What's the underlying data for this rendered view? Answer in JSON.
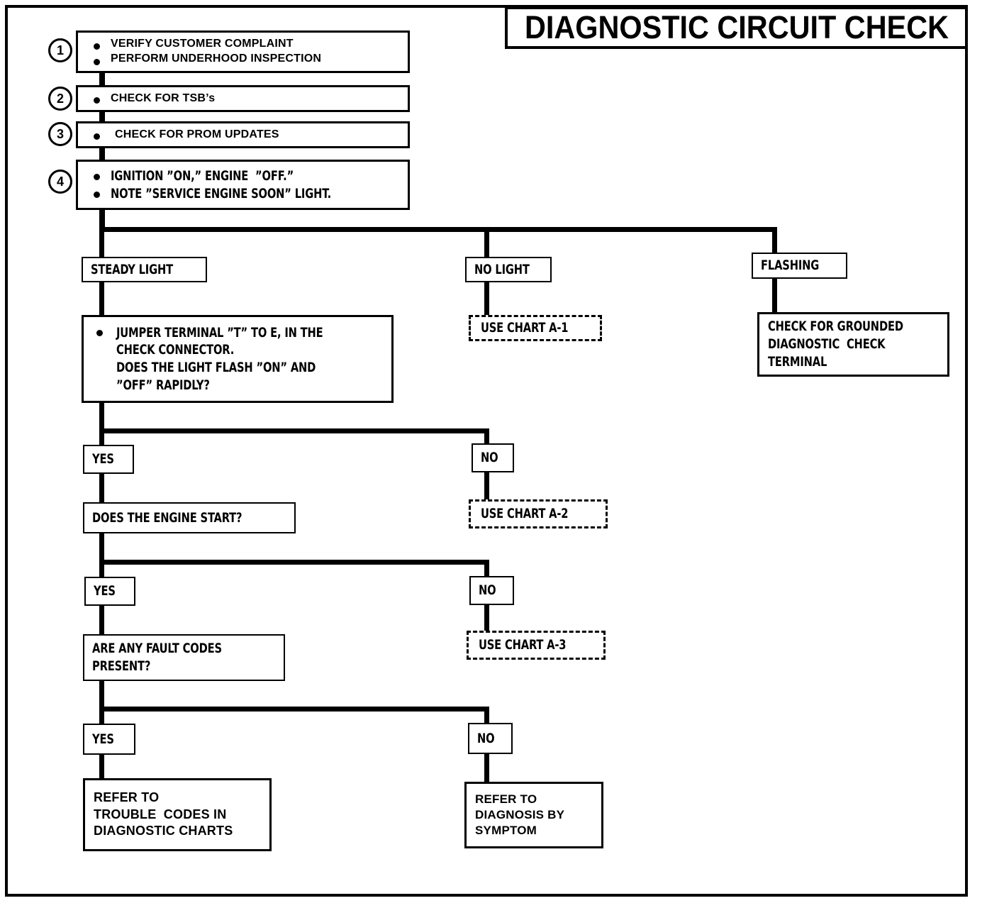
{
  "title": "DIAGNOSTIC CIRCUIT CHECK",
  "steps": [
    {
      "number": "1",
      "lines": [
        "VERIFY CUSTOMER COMPLAINT",
        "PERFORM UNDERHOOD INSPECTION"
      ]
    },
    {
      "number": "2",
      "lines": [
        "CHECK FOR TSB’s"
      ]
    },
    {
      "number": "3",
      "lines": [
        "CHECK FOR PROM UPDATES"
      ]
    },
    {
      "number": "4",
      "lines": [
        "IGNITION ”ON,” ENGINE  ”OFF.”",
        "NOTE ”SERVICE ENGINE SOON” LIGHT."
      ]
    }
  ],
  "branches": {
    "steady_light": "STEADY LIGHT",
    "no_light": "NO LIGHT",
    "flashing": "FLASHING"
  },
  "nodes": {
    "jumper": {
      "lines": [
        "JUMPER TERMINAL ”T” TO E, IN THE",
        "CHECK CONNECTOR.",
        "DOES THE LIGHT FLASH ”ON” AND",
        "”OFF” RAPIDLY?"
      ]
    },
    "grounded_terminal": {
      "lines": [
        "CHECK FOR GROUNDED",
        "DIAGNOSTIC  CHECK",
        "TERMINAL"
      ]
    },
    "engine_start": {
      "lines": [
        "DOES THE ENGINE START?"
      ]
    },
    "fault_codes": {
      "lines": [
        "ARE ANY FAULT CODES",
        "PRESENT?"
      ]
    },
    "refer_trouble_codes": {
      "lines": [
        "REFER TO",
        "TROUBLE  CODES IN",
        "DIAGNOSTIC CHARTS"
      ]
    },
    "refer_symptom": {
      "lines": [
        "REFER TO",
        "DIAGNOSIS BY",
        "SYMPTOM"
      ]
    }
  },
  "charts": {
    "a1": "USE CHART A-1",
    "a2": "USE CHART A-2",
    "a3": "USE CHART A-3"
  },
  "answers": {
    "yes": "YES",
    "no": "NO"
  },
  "colors": {
    "ink": "#000000",
    "paper": "#ffffff"
  }
}
